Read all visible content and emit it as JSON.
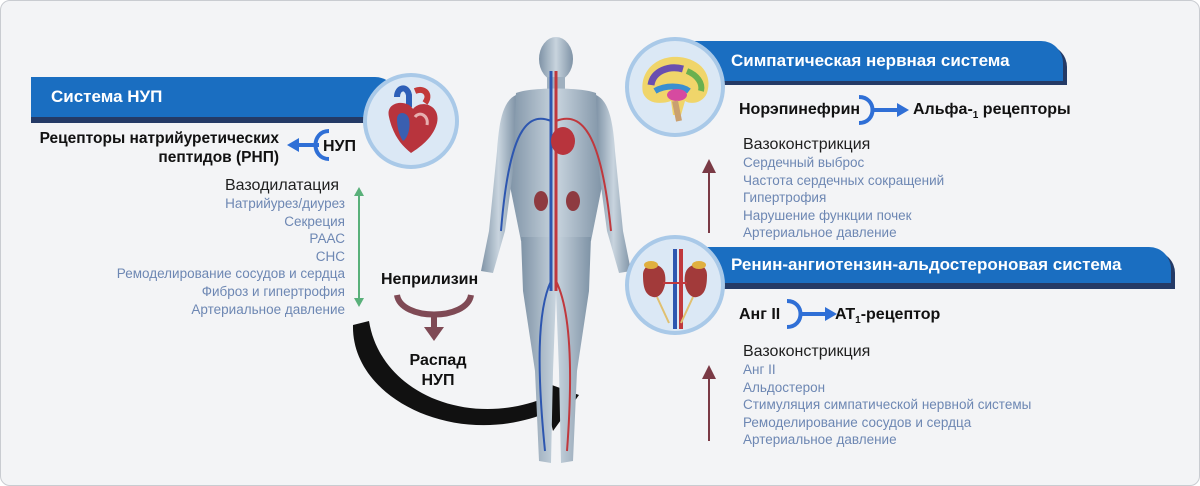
{
  "nup_system": {
    "banner": "Система НУП",
    "receptors_line1": "Рецепторы натрийуретических",
    "receptors_line2": "пептидов (РНП)",
    "nup": "НУП",
    "effect_title": "Вазодилатация",
    "effects": [
      "Натрийурез/диурез",
      "Секреция",
      "РААС",
      "СНС",
      "Ремоделирование сосудов и сердца",
      "Фиброз и гипертрофия",
      "Артериальное давление"
    ]
  },
  "neprilysin": {
    "label": "Неприлизин",
    "result_line1": "Распад",
    "result_line2": "НУП"
  },
  "sympathetic": {
    "banner": "Симпатическая нервная система",
    "ligand": "Норэпинефрин",
    "receptor_main": "Альфа-",
    "receptor_sub": "1",
    "receptor_tail": " рецепторы",
    "effect_title": "Вазоконстрикция",
    "effects": [
      "Сердечный выброс",
      "Частота сердечных сокращений",
      "Гипертрофия",
      "Нарушение функции почек",
      "Артериальное давление"
    ]
  },
  "raas": {
    "banner": "Ренин-ангиотензин-альдостероновая система",
    "ligand": "Анг II",
    "receptor_main": "AT",
    "receptor_sub": "1",
    "receptor_tail": "-рецептор",
    "effect_title": "Вазоконстрикция",
    "effects": [
      "Анг II",
      "Альдостерон",
      "Стимуляция  симпатической нервной системы",
      "Ремоделирование сосудов и сердца",
      "Артериальное давление"
    ]
  },
  "colors": {
    "banner_blue": "#1a6ec1",
    "arrow_blue": "#2f6fd6",
    "effect_text": "#6d87b3",
    "up_arrow": "#7a3a45",
    "green_arrow": "#59b07a",
    "neprilysin_arrow": "#7f4a55"
  }
}
